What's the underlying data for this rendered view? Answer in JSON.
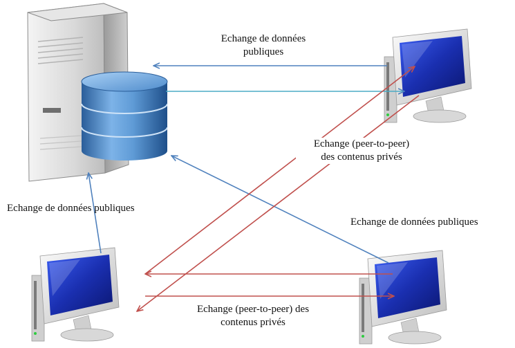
{
  "nodes": {
    "server": {
      "icon": "server-tower-icon"
    },
    "database": {
      "icon": "database-icon"
    },
    "pc_top_right": {
      "icon": "desktop-computer-icon"
    },
    "pc_bottom_left": {
      "icon": "desktop-computer-icon"
    },
    "pc_bottom_right": {
      "icon": "desktop-computer-icon"
    }
  },
  "labels": {
    "public_exchange_top_line1": "Echange de données",
    "public_exchange_top_line2": "publiques",
    "p2p_center_line1": "Echange (peer-to-peer)",
    "p2p_center_line2": "des contenus privés",
    "public_exchange_left": "Echange de données publiques",
    "public_exchange_right": "Echange de données publiques",
    "p2p_bottom_line1": "Echange (peer-to-peer) des",
    "p2p_bottom_line2": "contenus privés"
  },
  "colors": {
    "public_arrow": "#4F81BD",
    "p2p_arrow": "#C0504D",
    "db_blue": "#2E6FAE",
    "screen_blue": "#1B2FB3"
  }
}
